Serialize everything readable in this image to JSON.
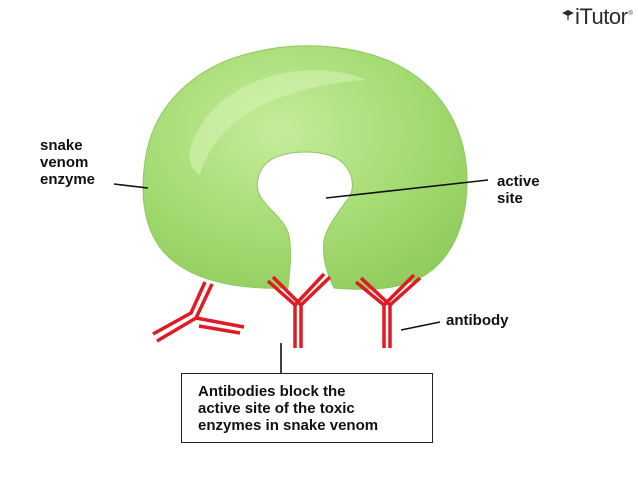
{
  "brand": {
    "name": "iTutor",
    "mark": "®"
  },
  "labels": {
    "enzyme": [
      "snake",
      "venom",
      "enzyme"
    ],
    "active_site": [
      "active",
      "site"
    ],
    "antibody": "antibody"
  },
  "caption": {
    "lines": [
      "Antibodies block the",
      "active site of the toxic",
      "enzymes in snake venom"
    ]
  },
  "colors": {
    "enzyme_fill": "#a6dc74",
    "enzyme_edge": "#8cc95b",
    "antibody": "#e01b24",
    "leader_line": "#111111"
  }
}
